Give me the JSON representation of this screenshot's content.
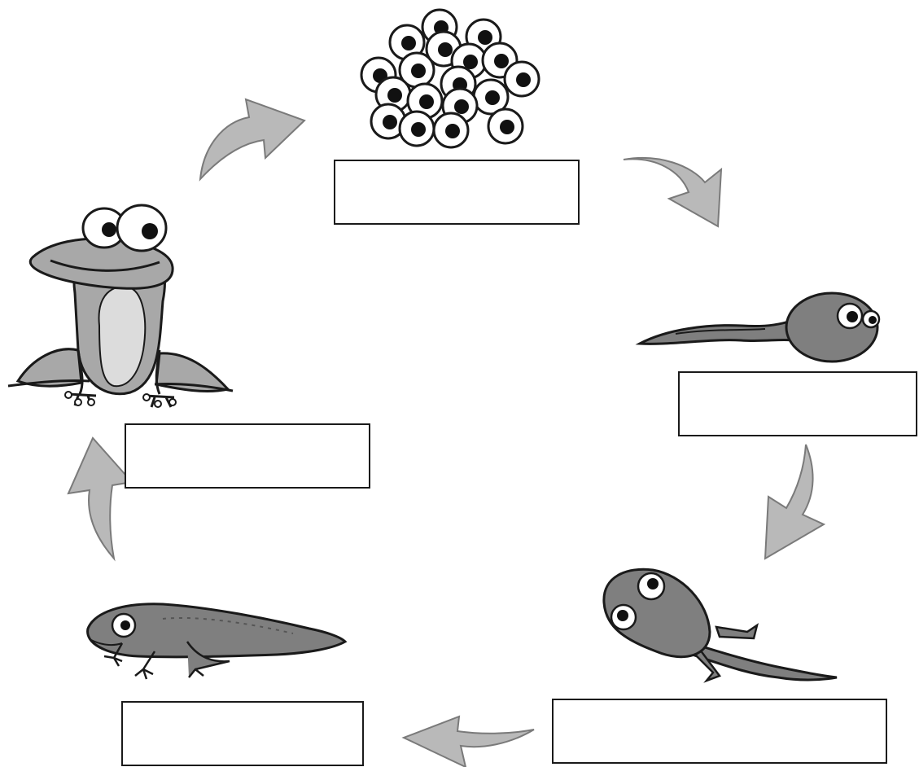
{
  "diagram": {
    "stages": [
      {
        "id": "eggs",
        "label": ""
      },
      {
        "id": "tadpole",
        "label": ""
      },
      {
        "id": "tadpole-with-legs",
        "label": ""
      },
      {
        "id": "froglet",
        "label": ""
      },
      {
        "id": "adult-frog",
        "label": ""
      }
    ],
    "colors": {
      "arrow_fill": "#b9b9b9",
      "arrow_stroke": "#7a7a7a",
      "animal_dark": "#7f7f7f",
      "animal_light": "#a8a8a8",
      "belly": "#dcdcdc",
      "outline": "#1a1a1a"
    },
    "icons": [
      "frog-eggs-icon",
      "tadpole-icon",
      "tadpole-with-legs-icon",
      "froglet-icon",
      "adult-frog-icon",
      "cycle-arrow-icon"
    ]
  }
}
